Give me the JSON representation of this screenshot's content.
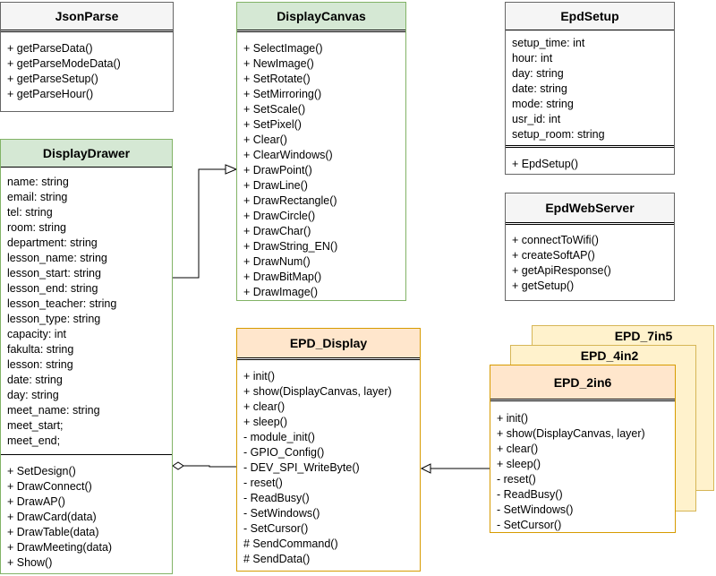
{
  "classes": {
    "json_parse": {
      "name": "JsonParse",
      "methods": [
        "+ getParseData()",
        "+ getParseModeData()",
        "+ getParseSetup()",
        "+ getParseHour()"
      ]
    },
    "display_canvas": {
      "name": "DisplayCanvas",
      "methods": [
        "+ SelectImage()",
        "+ NewImage()",
        "+ SetRotate()",
        "+ SetMirroring()",
        "+ SetScale()",
        "+ SetPixel()",
        "+ Clear()",
        "+ ClearWindows()",
        "+ DrawPoint()",
        "+ DrawLine()",
        "+ DrawRectangle()",
        "+ DrawCircle()",
        "+ DrawChar()",
        "+ DrawString_EN()",
        "+ DrawNum()",
        "+ DrawBitMap()",
        "+ DrawImage()"
      ]
    },
    "epd_setup": {
      "name": "EpdSetup",
      "attributes": [
        "setup_time: int",
        "hour: int",
        "day: string",
        "date: string",
        "mode: string",
        "usr_id: int",
        "setup_room: string"
      ],
      "methods": [
        "+ EpdSetup()"
      ]
    },
    "epd_web_server": {
      "name": "EpdWebServer",
      "methods": [
        "+ connectToWifi()",
        "+ createSoftAP()",
        "+ getApiResponse()",
        "+ getSetup()"
      ]
    },
    "display_drawer": {
      "name": "DisplayDrawer",
      "attributes": [
        "name: string",
        "email: string",
        "tel: string",
        "room: string",
        "department: string",
        "lesson_name: string",
        "lesson_start: string",
        "lesson_end: string",
        "lesson_teacher: string",
        "lesson_type: string",
        "capacity: int",
        "fakulta: string",
        "lesson: string",
        "date: string",
        "day: string",
        "meet_name: string",
        "meet_start;",
        "meet_end;"
      ],
      "methods": [
        "+ SetDesign()",
        "+ DrawConnect()",
        "+ DrawAP()",
        "+ DrawCard(data)",
        "+ DrawTable(data)",
        "+ DrawMeeting(data)",
        "+ Show()"
      ]
    },
    "epd_display": {
      "name": "EPD_Display",
      "methods": [
        "+ init()",
        "+ show(DisplayCanvas, layer)",
        "+ clear()",
        "+ sleep()",
        "- module_init()",
        "- GPIO_Config()",
        "- DEV_SPI_WriteByte()",
        "- reset()",
        "- ReadBusy()",
        "- SetWindows()",
        "- SetCursor()",
        "# SendCommand()",
        "# SendData()"
      ]
    },
    "epd_7in5": {
      "name": "EPD_7in5"
    },
    "epd_4in2": {
      "name": "EPD_4in2"
    },
    "epd_2in6": {
      "name": "EPD_2in6",
      "methods": [
        "+ init()",
        "+ show(DisplayCanvas, layer)",
        "+ clear()",
        "+ sleep()",
        "- reset()",
        "- ReadBusy()",
        "- SetWindows()",
        "- SetCursor()"
      ]
    }
  },
  "colors": {
    "gray_fill": "#f5f5f5",
    "green_fill": "#d5e8d4",
    "green_stroke": "#82b366",
    "orange_fill": "#ffe6cc",
    "orange_stroke": "#d79b00",
    "yellow_fill": "#fff2cc",
    "yellow_stroke": "#d6b656"
  }
}
